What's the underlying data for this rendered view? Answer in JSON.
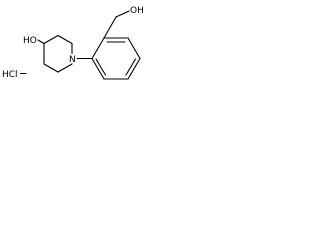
{
  "molecule": {
    "atoms": {
      "hydroxyl_ring": "HO",
      "nitrogen": "N",
      "hydroxyl_methyl": "OH"
    },
    "salt": "HCl"
  },
  "colors": {
    "bond": "#000000",
    "label": "#000000",
    "background": "#ffffff"
  }
}
